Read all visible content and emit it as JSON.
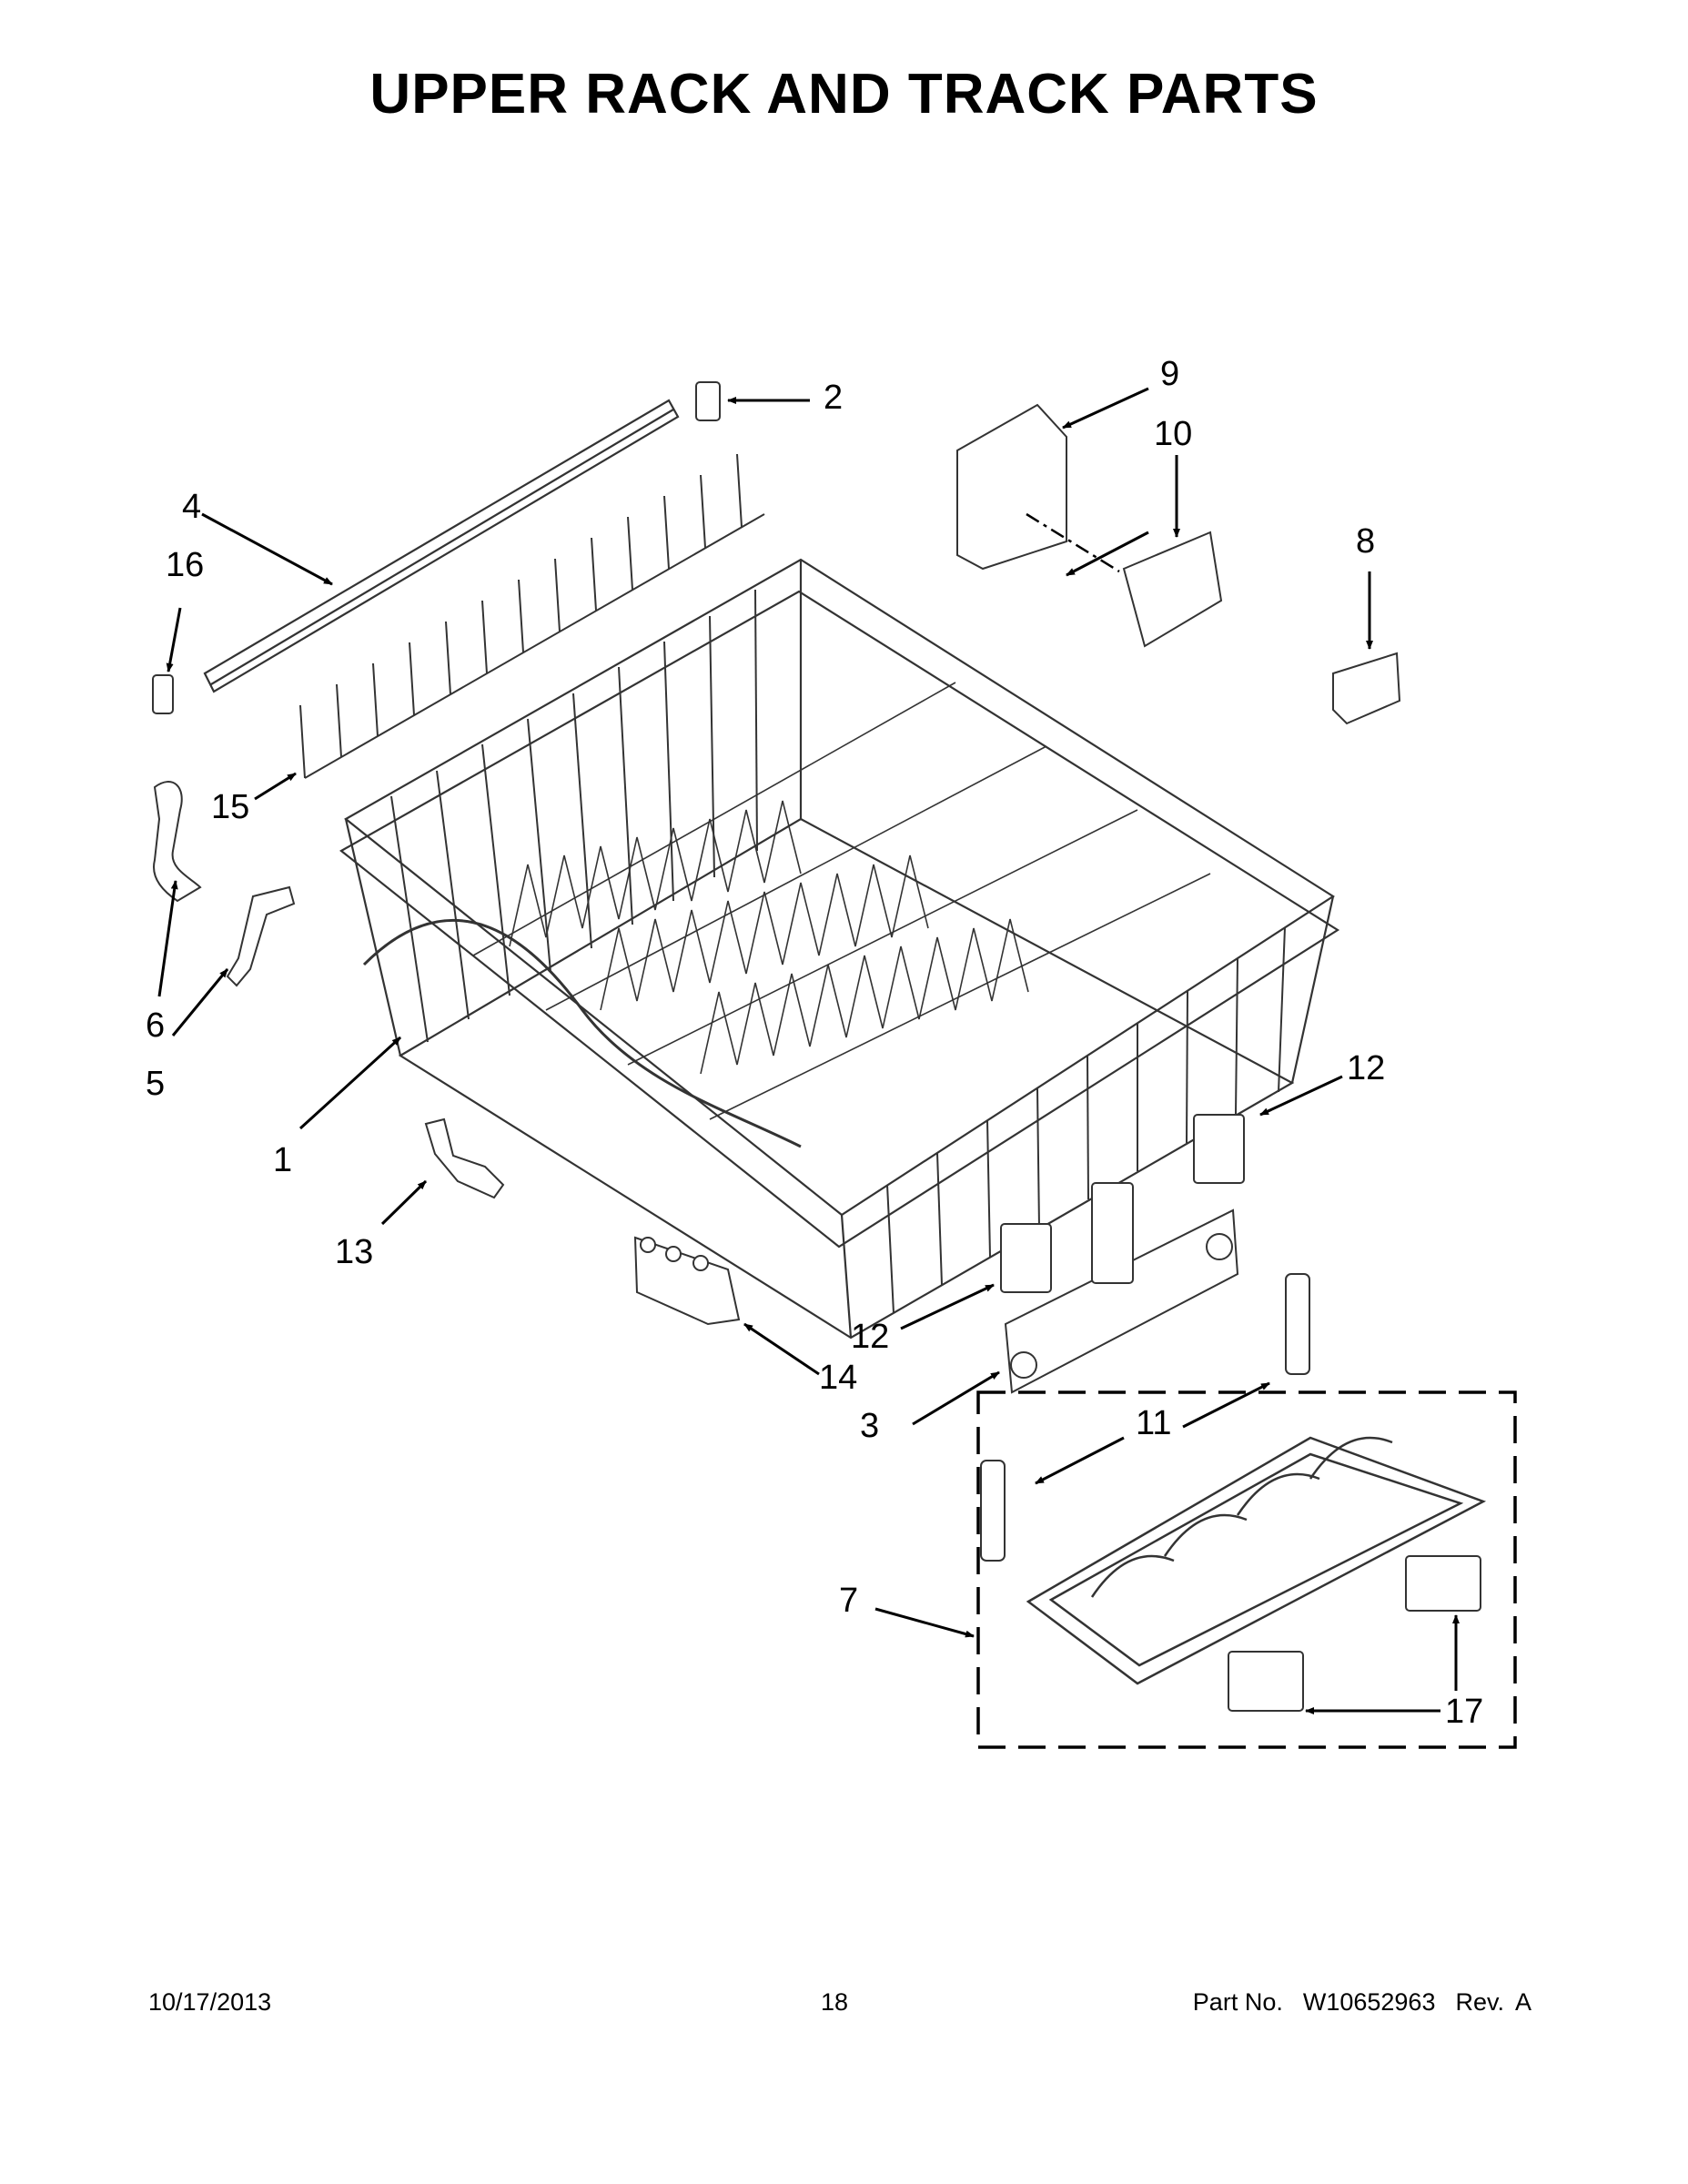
{
  "title": "UPPER RACK AND TRACK PARTS",
  "callouts": {
    "c1": "1",
    "c2": "2",
    "c3": "3",
    "c4": "4",
    "c5": "5",
    "c6": "6",
    "c7": "7",
    "c8": "8",
    "c9": "9",
    "c10": "10",
    "c11": "11",
    "c12a": "12",
    "c12b": "12",
    "c13": "13",
    "c14": "14",
    "c15": "15",
    "c16": "16",
    "c17": "17"
  },
  "footer": {
    "date": "10/17/2013",
    "page": "18",
    "part_label": "Part No.",
    "part_number": "W10652963",
    "rev_label": "Rev.",
    "rev": "A"
  },
  "colors": {
    "ink": "#000000",
    "line": "#333333",
    "paper": "#ffffff"
  }
}
